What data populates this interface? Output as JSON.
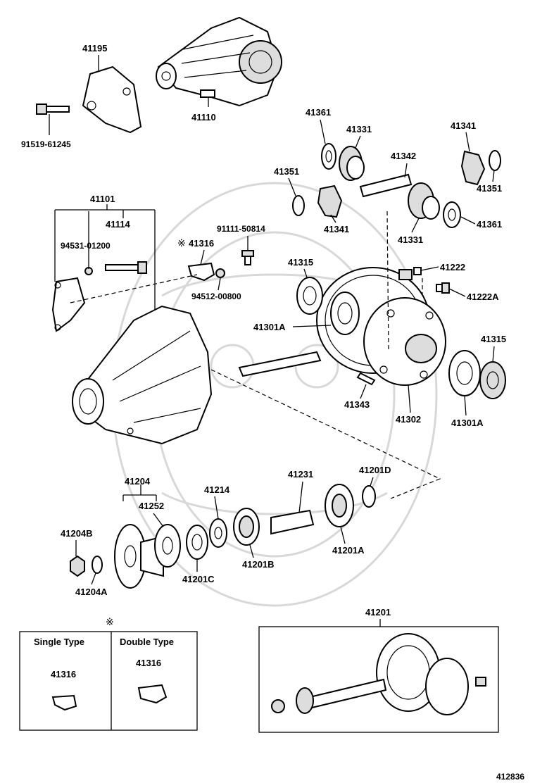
{
  "diagram": {
    "labels": {
      "l41195": "41195",
      "l41110": "41110",
      "l91519": "91519-61245",
      "l41361a": "41361",
      "l41331a": "41331",
      "l41342": "41342",
      "l41341a": "41341",
      "l41351a": "41351",
      "l41351b": "41351",
      "l41341b": "41341",
      "l41331b": "41331",
      "l41361b": "41361",
      "l41101": "41101",
      "l41114": "41114",
      "l94531": "94531-01200",
      "l41316": "41316",
      "l91111": "91111-50814",
      "l94512": "94512-00800",
      "l41315a": "41315",
      "l41222": "41222",
      "l41222a": "41222A",
      "l41301a": "41301A",
      "l41315b": "41315",
      "l41343": "41343",
      "l41302": "41302",
      "l41301a2": "41301A",
      "l41204": "41204",
      "l41214": "41214",
      "l41231": "41231",
      "l41201d": "41201D",
      "l41252": "41252",
      "l41204b": "41204B",
      "l41204a": "41204A",
      "l41201c": "41201C",
      "l41201b": "41201B",
      "l41201a": "41201A",
      "l41201": "41201",
      "ref": "412836"
    },
    "notes": {
      "mark1": "※",
      "mark2": "※"
    },
    "legend": {
      "single_title": "Single Type",
      "double_title": "Double Type",
      "single_part": "41316",
      "double_part": "41316"
    }
  }
}
